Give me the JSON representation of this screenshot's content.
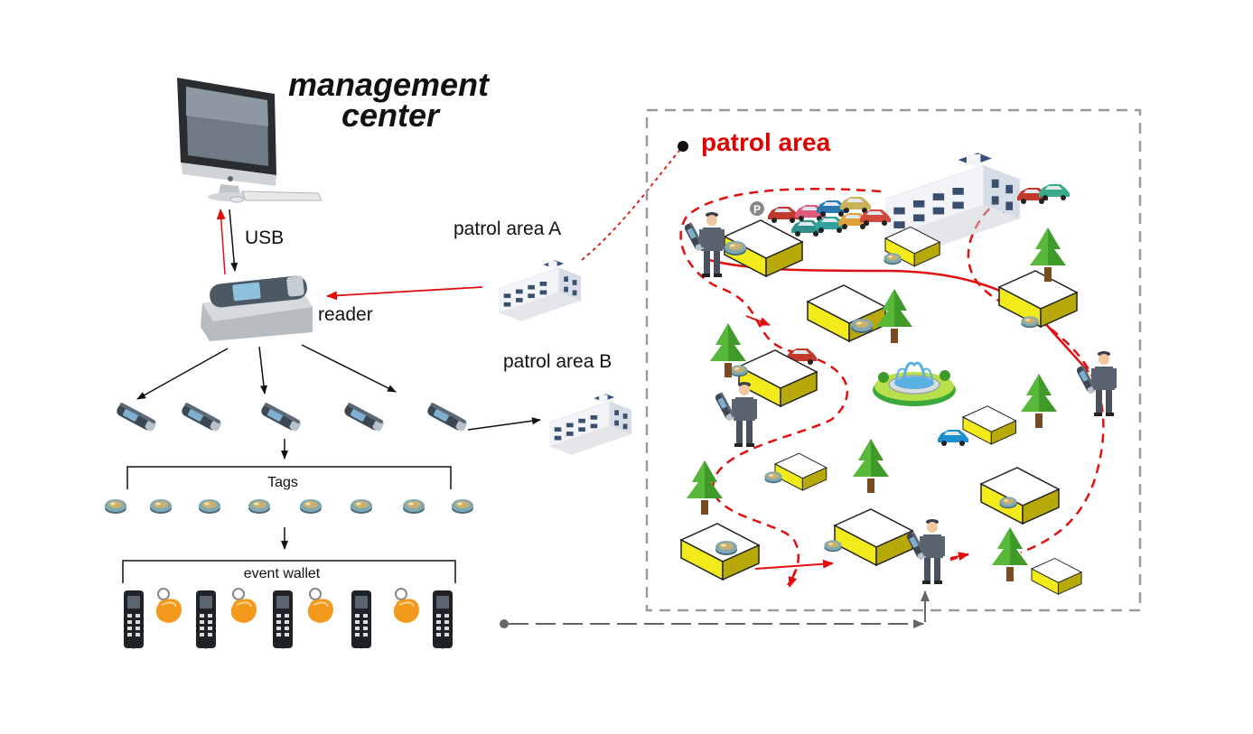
{
  "labels": {
    "management_center_line1": "management",
    "management_center_line2": "center",
    "usb": "USB",
    "reader": "reader",
    "patrol_area_a": "patrol area A",
    "patrol_area_b": "patrol area B",
    "tags": "Tags",
    "event_wallet": "event wallet",
    "patrol_area": "patrol area"
  },
  "icons": {
    "computer": "computer-icon",
    "reader": "reader-device-icon",
    "patrol_wand": "patrol-wand-icon",
    "building": "building-icon",
    "tag": "tag-button-icon",
    "event_card": "event-card-icon",
    "key_fob": "key-fob-icon",
    "guard": "guard-icon",
    "tree": "tree-icon",
    "car": "car-icon",
    "fountain": "fountain-icon"
  },
  "colors": {
    "route_red": "#e01010",
    "boundary_gray": "#9a9a9a",
    "building_yellow": "#f2ea1a",
    "tree_green": "#3f9a2a",
    "title_red": "#e00000"
  }
}
